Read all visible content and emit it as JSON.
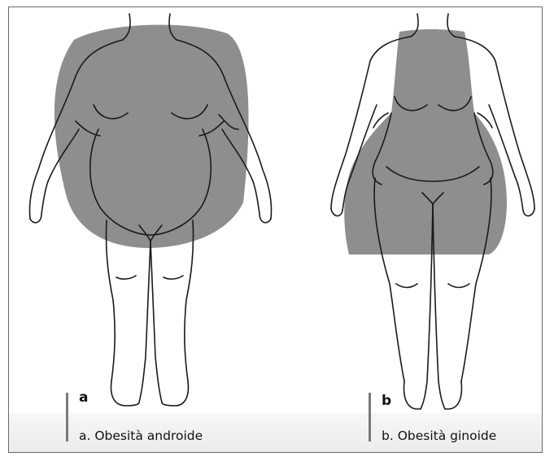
{
  "panels": [
    {
      "letter": "a",
      "caption": "a. Obesità androide"
    },
    {
      "letter": "b",
      "caption": "b. Obesità ginoide"
    }
  ],
  "colors": {
    "fat_shading": "#8e8e8e",
    "outline": "#1a1a1a",
    "frame": "#6a6a6a",
    "caption_bar": "#7a7a7a"
  }
}
